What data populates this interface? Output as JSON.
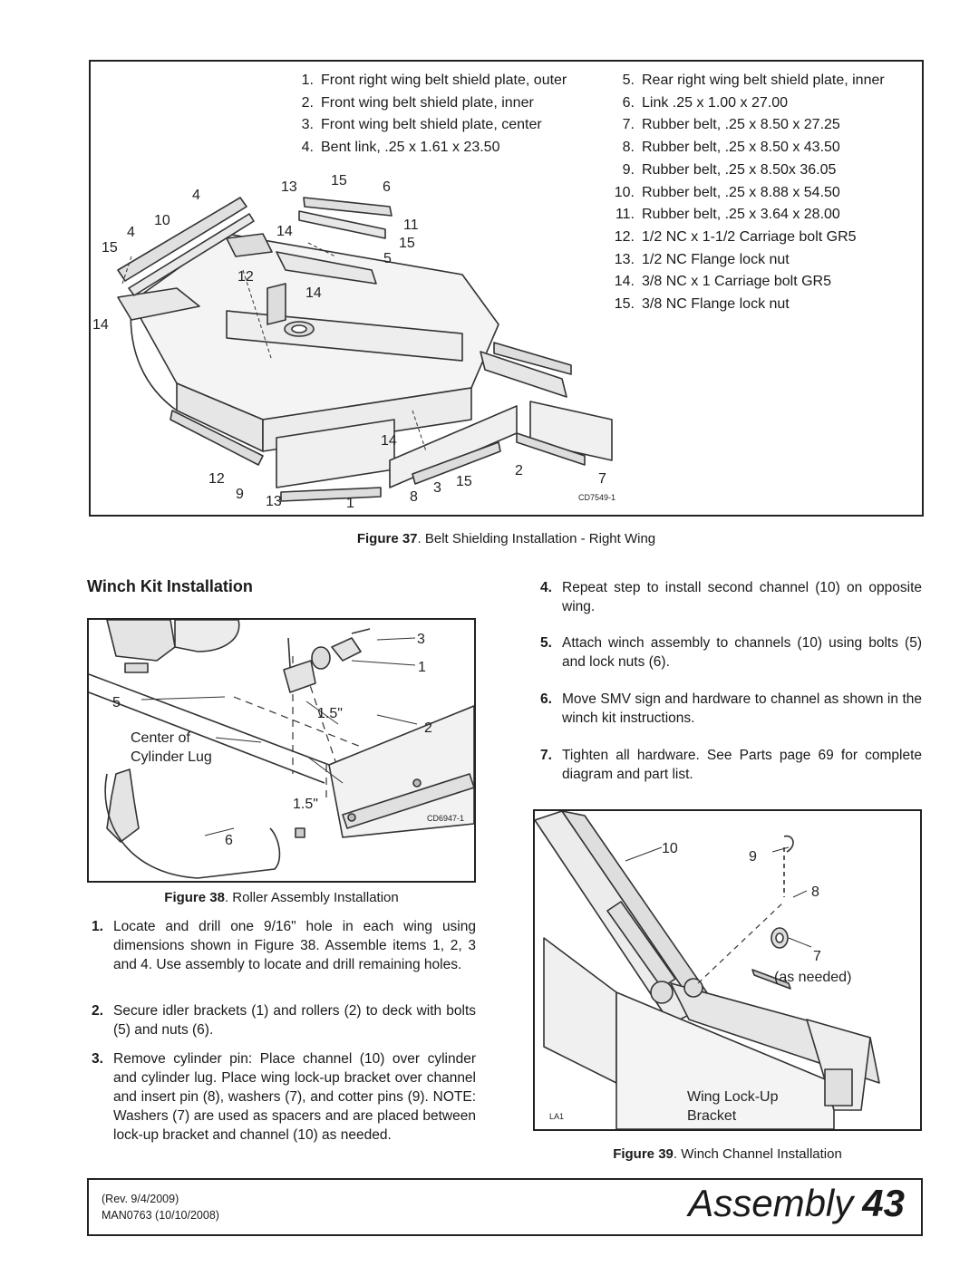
{
  "figure37": {
    "legend_left": [
      {
        "num": "1.",
        "text": "Front right wing belt shield plate, outer"
      },
      {
        "num": "2.",
        "text": "Front wing belt shield plate, inner"
      },
      {
        "num": "3.",
        "text": "Front wing belt shield plate, center"
      },
      {
        "num": "4.",
        "text": "Bent link, .25 x 1.61 x 23.50"
      }
    ],
    "legend_right": [
      {
        "num": "5.",
        "text": "Rear right wing belt shield plate, inner"
      },
      {
        "num": "6.",
        "text": "Link .25 x 1.00 x 27.00"
      },
      {
        "num": "7.",
        "text": "Rubber belt, .25 x 8.50 x 27.25"
      },
      {
        "num": "8.",
        "text": "Rubber belt, .25 x 8.50 x 43.50"
      },
      {
        "num": "9.",
        "text": "Rubber belt, .25 x 8.50x 36.05"
      },
      {
        "num": "10.",
        "text": "Rubber belt, .25 x 8.88 x 54.50"
      },
      {
        "num": "11.",
        "text": "Rubber belt, .25 x 3.64 x 28.00"
      },
      {
        "num": "12.",
        "text": "1/2 NC x 1-1/2 Carriage bolt GR5"
      },
      {
        "num": "13.",
        "text": "1/2 NC Flange lock nut"
      },
      {
        "num": "14.",
        "text": "3/8 NC x 1 Carriage bolt GR5"
      },
      {
        "num": "15.",
        "text": "3/8 NC Flange lock nut"
      }
    ],
    "callouts": {
      "c4a": "4",
      "c10a": "10",
      "c4b": "4",
      "c15a": "15",
      "c13a": "13",
      "c15b": "15",
      "c6": "6",
      "c14a": "14",
      "c11": "11",
      "c15c": "15",
      "c5": "5",
      "c12a": "12",
      "c14b": "14",
      "c14c": "14",
      "c14d": "14",
      "c12b": "12",
      "c9": "9",
      "c13b": "13",
      "c1": "1",
      "c8": "8",
      "c3": "3",
      "c15d": "15",
      "c2": "2",
      "c7": "7"
    },
    "code": "CD7549-1",
    "caption_label": "Figure 37",
    "caption_text": ". Belt Shielding Installation - Right Wing"
  },
  "section_heading": "Winch Kit Installation",
  "figure38": {
    "callouts": {
      "c3": "3",
      "c1": "1",
      "c5": "5",
      "c2": "2",
      "c6": "6"
    },
    "dim_top": "1.5\"",
    "dim_bottom": "1.5\"",
    "center_label_line1": "Center of",
    "center_label_line2": "Cylinder Lug",
    "code": "CD6947-1",
    "caption_label": "Figure 38",
    "caption_text": ". Roller Assembly Installation"
  },
  "steps_left": [
    {
      "num": "1.",
      "text": "Locate and drill one 9/16\" hole in each wing using dimensions shown in Figure 38. Assemble items 1, 2, 3 and 4. Use assembly to locate and drill remaining holes."
    },
    {
      "num": "2.",
      "text": "Secure idler brackets (1) and rollers (2) to deck with bolts (5) and nuts (6)."
    },
    {
      "num": "3.",
      "text": "Remove cylinder pin: Place channel (10) over cylinder and cylinder lug. Place wing lock-up bracket over channel and insert pin (8), washers (7), and cotter pins (9). NOTE: Washers (7) are used as spacers and are placed between lock-up bracket and channel (10) as needed."
    }
  ],
  "steps_right": [
    {
      "num": "4.",
      "text": "Repeat step to install second channel (10) on opposite wing."
    },
    {
      "num": "5.",
      "text": "Attach winch assembly to channels (10) using bolts (5) and lock nuts (6)."
    },
    {
      "num": "6.",
      "text": "Move SMV sign and hardware to channel as shown in the winch kit instructions."
    },
    {
      "num": "7.",
      "text": "Tighten all hardware. See Parts page 69 for complete diagram and part list."
    }
  ],
  "figure39": {
    "callouts": {
      "c10": "10",
      "c9": "9",
      "c8": "8",
      "c7": "7"
    },
    "as_needed": "(as needed)",
    "bracket_line1": "Wing Lock-Up",
    "bracket_line2": "Bracket",
    "code": "LA1",
    "caption_label": "Figure 39",
    "caption_text": ". Winch Channel Installation"
  },
  "footer": {
    "rev": "(Rev. 9/4/2009)",
    "manual": "MAN0763 (10/10/2008)",
    "section": "Assembly",
    "page": "43"
  }
}
